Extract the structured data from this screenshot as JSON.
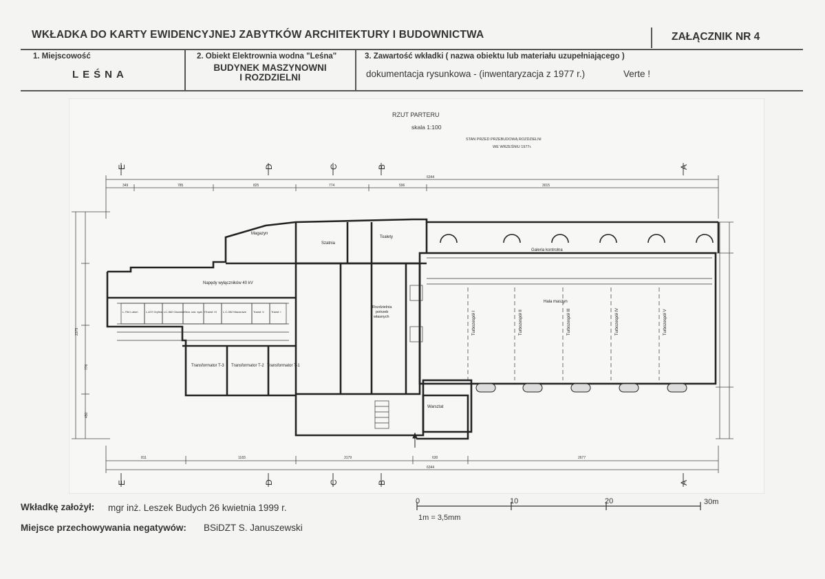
{
  "header": {
    "title": "WKŁADKA DO KARTY EWIDENCYJNEJ ZABYTKÓW ARCHITEKTURY I BUDOWNICTWA",
    "annex": "ZAŁĄCZNIK NR 4"
  },
  "fields": {
    "locality_label": "1. Miejscowość",
    "locality_value": "LEŚNA",
    "object_label": "2. Obiekt  Elektrownia wodna \"Leśna\"",
    "object_value_line1": "BUDYNEK MASZYNOWNI",
    "object_value_line2": "I ROZDZIELNI",
    "contents_label": "3. Zawartość wkładki ( nazwa obiektu lub materiału uzupełniającego )",
    "contents_value": "dokumentacja rysunkowa  - (inwentaryzacja z 1977 r.)",
    "contents_note": "Verte !"
  },
  "drawing": {
    "title": "RZUT PARTERU",
    "scale": "skala 1:100",
    "state_line1": "STAN PRZED PRZEBUDOWĄ ROZDZIELNI",
    "state_line2": "WE WRZEŚNIU 1977r.",
    "axes": [
      "E",
      "D",
      "C",
      "B",
      "A"
    ],
    "dims_top": {
      "total": "6344",
      "d1": "349",
      "d2": "785",
      "d3": "825",
      "d4": "774",
      "d5": "596",
      "d6": "3015"
    },
    "dims_bottom": {
      "total": "6344",
      "d1": "811",
      "d2": "1183",
      "d3": "3179",
      "d4": "630",
      "d5": "2677"
    },
    "dims_left": {
      "d1": "2375",
      "d2": "776",
      "d3": "450"
    },
    "rooms": {
      "magazyn": "Magazyn",
      "szatnia": "Szatnia",
      "toalety": "Toalety",
      "napedy": "Napędy wyłączników  40 kV",
      "rozdzielnia_line1": "Rozdzielnia",
      "rozdzielnia_line2": "potrzeb",
      "rozdzielnia_line3": "własnych",
      "galeria": "Galeria kontrolna",
      "hala": "Hala maszyn",
      "warsztat": "Warsztat",
      "t3": "Transformator T-3",
      "t2": "Transformator T-2",
      "t1": "Transformator T-1"
    },
    "panels": [
      "L-754 Luboń",
      "L-672 Gryfów",
      "LC-362 Cisowice",
      "Słon. izol. syst. II",
      "Transf. III",
      "L.C-352 Mazurowe",
      "Transf. II",
      "Transf. I"
    ],
    "turbines": [
      "Turbozespół I",
      "Turbozespół II",
      "Turbozespół III",
      "Turbozespół IV",
      "Turbozespół V"
    ]
  },
  "footer": {
    "founded_label": "Wkładkę założył:",
    "founded_value": "mgr inż. Leszek Budych  26 kwietnia 1999 r.",
    "storage_label": "Miejsce przechowywania negatywów:",
    "storage_value": "BSiDZT S. Januszewski"
  },
  "scalebar": {
    "ticks": [
      "0",
      "10",
      "20",
      "30m"
    ],
    "note": "1m = 3,5mm"
  }
}
